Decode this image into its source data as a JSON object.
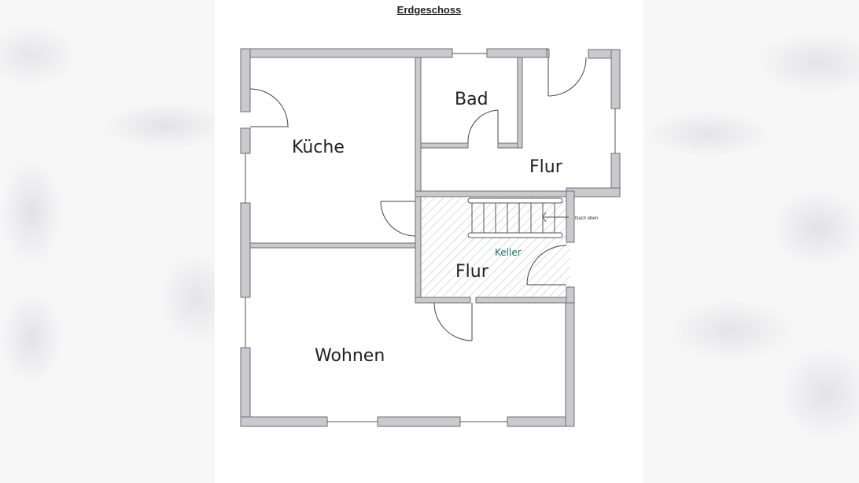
{
  "title": "Erdgeschoss",
  "rooms": {
    "kueche": "Küche",
    "bad": "Bad",
    "flur_upper": "Flur",
    "flur_lower": "Flur",
    "keller": "Keller",
    "wohnen": "Wohnen"
  },
  "stairs": {
    "annotation": "Nach oben"
  },
  "colors": {
    "wall_fill": "#c9c9ce",
    "wall_stroke": "#6e6e72",
    "keller_text": "#1f7a66",
    "hatch": "#dcdcdc"
  }
}
